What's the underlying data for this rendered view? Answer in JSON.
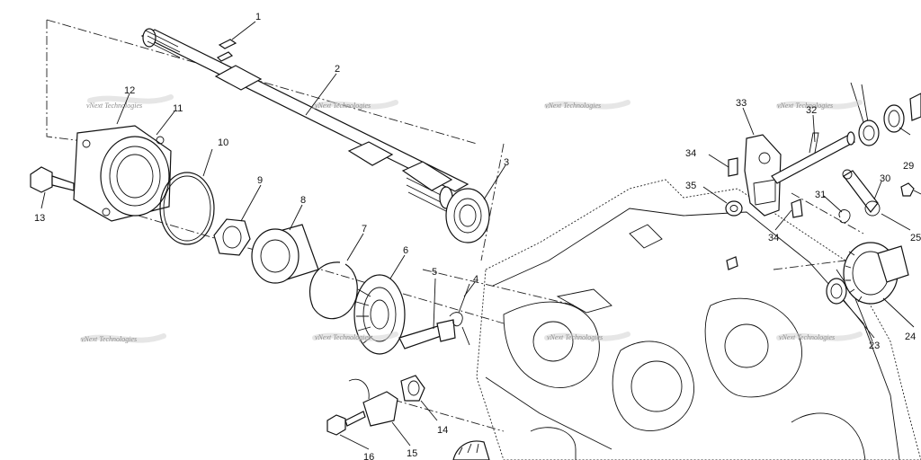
{
  "watermark": "vNext Technologies",
  "callouts": [
    "1",
    "2",
    "3",
    "4",
    "5",
    "6",
    "7",
    "8",
    "9",
    "10",
    "11",
    "12",
    "13",
    "14",
    "15",
    "16",
    "23",
    "24",
    "25",
    "29",
    "30",
    "31",
    "32",
    "33",
    "34",
    "34",
    "35"
  ]
}
